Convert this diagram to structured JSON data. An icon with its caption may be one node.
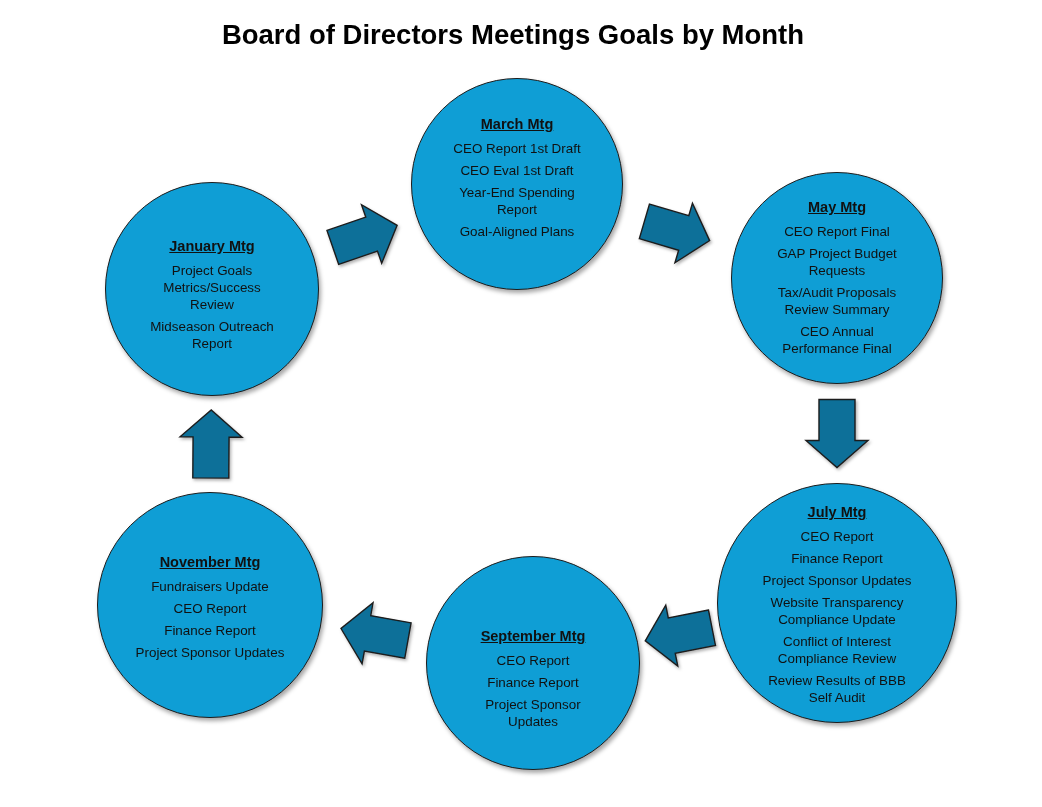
{
  "diagram": {
    "title": "Board of Directors Meetings Goals by Month",
    "nodes": [
      {
        "text": [
          "January Mtg",
          "Project Goals Metrics/Success Review",
          "Midseason Outreach Report"
        ]
      },
      {
        "text": [
          "March Mtg",
          "CEO Report 1st Draft",
          "CEO Eval 1st Draft",
          "Year-End Spending Report",
          "Goal-Aligned Plans"
        ]
      },
      {
        "text": [
          "May Mtg",
          "CEO Report Final",
          "GAP Project Budget Requests",
          "Tax/Audit Proposals Review Summary",
          "CEO Annual Performance Final"
        ]
      },
      {
        "text": [
          "July Mtg",
          "CEO Report",
          "Finance Report",
          "Project Sponsor Updates",
          "Website Transparency Compliance Update",
          "Conflict of Interest Compliance Review",
          "Review Results of BBB Self Audit"
        ]
      },
      {
        "text": [
          "September Mtg",
          "CEO Report",
          "Finance Report",
          "Project Sponsor Updates"
        ]
      },
      {
        "text": [
          "November Mtg",
          "Fundraisers Update",
          "CEO Report",
          "Finance Report",
          "Project Sponsor Updates"
        ]
      }
    ],
    "edges": [
      {
        "from": 0,
        "to": 1,
        "arrow": "to"
      },
      {
        "from": 1,
        "to": 2,
        "arrow": "to"
      },
      {
        "from": 2,
        "to": 3,
        "arrow": "to"
      },
      {
        "from": 3,
        "to": 4,
        "arrow": "to"
      },
      {
        "from": 4,
        "to": 5,
        "arrow": "to"
      },
      {
        "from": 5,
        "to": 0,
        "arrow": "to"
      }
    ]
  }
}
